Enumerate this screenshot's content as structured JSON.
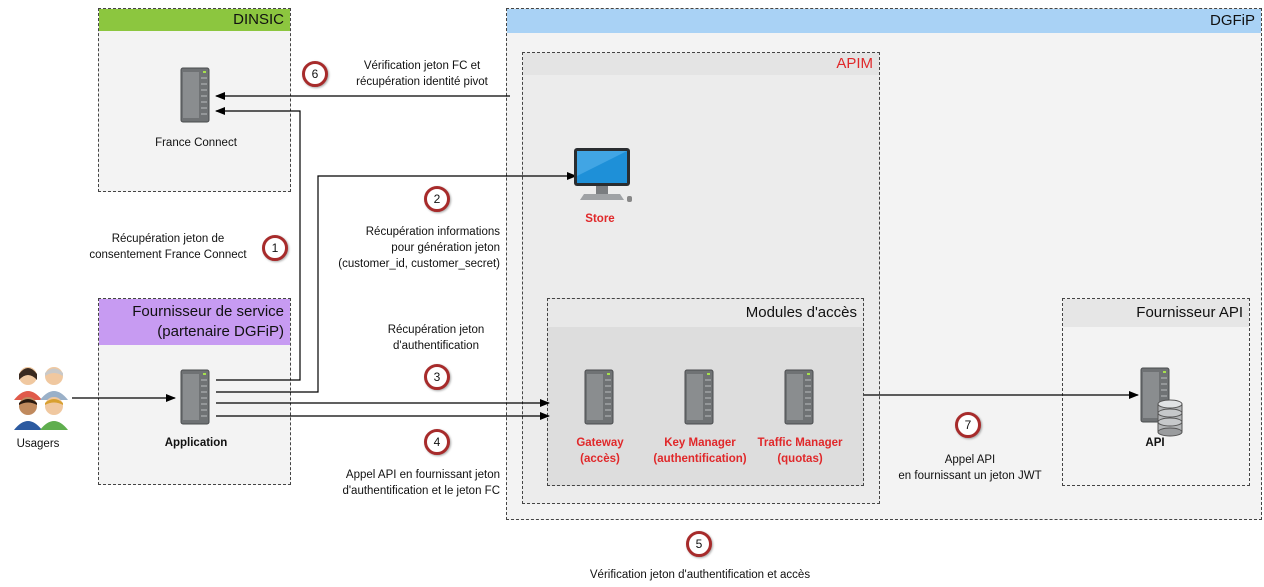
{
  "regions": {
    "dinsic": "DINSIC",
    "dgfip": "DGFiP",
    "apim": "APIM",
    "fournisseur_service": [
      "Fournisseur de service",
      "(partenaire DGFiP)"
    ],
    "modules": "Modules d'accès",
    "fournisseur_api": "Fournisseur API"
  },
  "nodes": {
    "france_connect": "France Connect",
    "store": "Store",
    "usagers": "Usagers",
    "application": "Application",
    "gateway": [
      "Gateway",
      "(accès)"
    ],
    "key_manager": [
      "Key Manager",
      "(authentification)"
    ],
    "traffic_manager": [
      "Traffic Manager",
      "(quotas)"
    ],
    "api": "API"
  },
  "steps": [
    {
      "n": "1",
      "text": [
        "Récupération jeton de",
        "consentement France Connect"
      ]
    },
    {
      "n": "2",
      "text": [
        "Récupération informations",
        "pour génération jeton",
        "(customer_id, customer_secret)"
      ]
    },
    {
      "n": "3",
      "text": [
        "Récupération jeton",
        "d'authentification"
      ]
    },
    {
      "n": "4",
      "text": [
        "Appel API en fournissant jeton",
        "d'authentification et le jeton FC"
      ]
    },
    {
      "n": "5",
      "text": [
        "Vérification jeton d'authentification et accès"
      ]
    },
    {
      "n": "6",
      "text": [
        "Vérification jeton FC et",
        "récupération identité pivot"
      ]
    },
    {
      "n": "7",
      "text": [
        "Appel API",
        "en fournissant un jeton JWT"
      ]
    }
  ],
  "colors": {
    "dinsic_header": "#8cc63f",
    "dgfip_header": "#a9d2f5",
    "fournisseur_header": "#c79bf2",
    "highlight_red": "#e0282a",
    "step_ring": "#a72b2b"
  }
}
